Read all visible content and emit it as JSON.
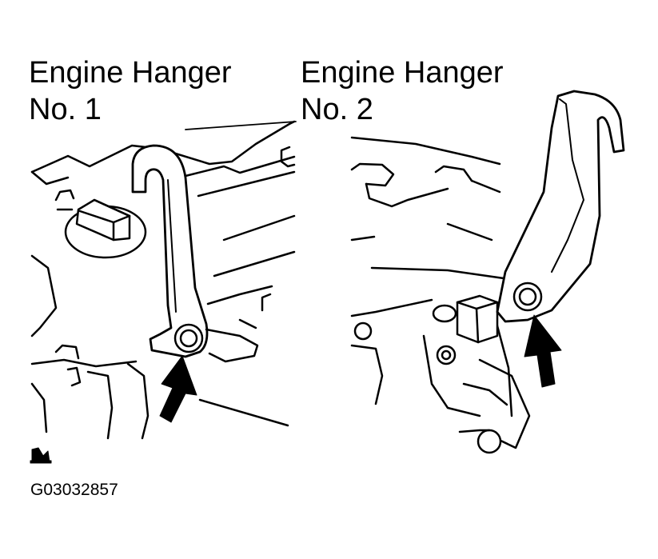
{
  "labels": {
    "hanger1": {
      "line1": "Engine Hanger",
      "line2": "No. 1"
    },
    "hanger2": {
      "line1": "Engine Hanger",
      "line2": "No. 2"
    }
  },
  "figure_code": "G03032857",
  "icons": [
    "illustration-marker-icon",
    "arrow-icon"
  ],
  "colors": {
    "line": "#000000",
    "background": "#ffffff"
  }
}
